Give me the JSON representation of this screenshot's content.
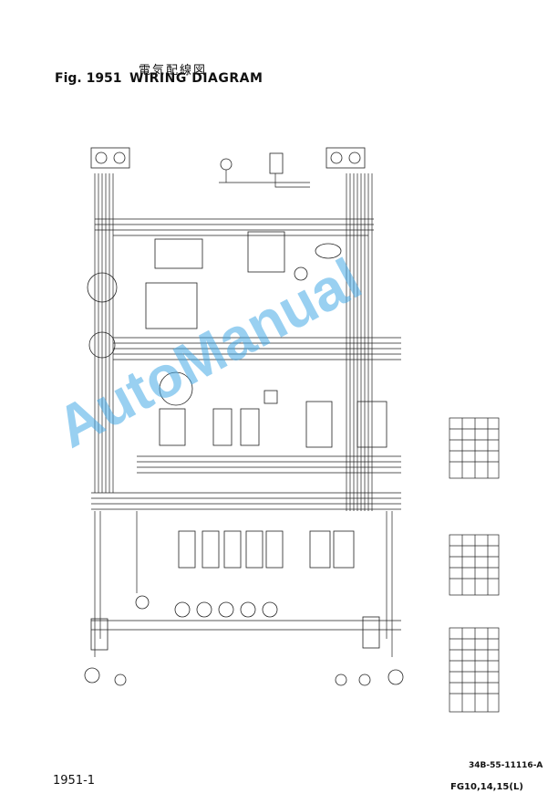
{
  "header": {
    "jp_title": "電気配線図",
    "fig_label": "Fig. 1951",
    "title": "WIRING DIAGRAM"
  },
  "footer": {
    "page_number": "1951-1",
    "part_number": "34B-55-11116-A",
    "model": "FG10,14,15(L)"
  },
  "watermark": "AutoManual",
  "colors": {
    "line": "#222222",
    "watermark": "#46aae6"
  }
}
